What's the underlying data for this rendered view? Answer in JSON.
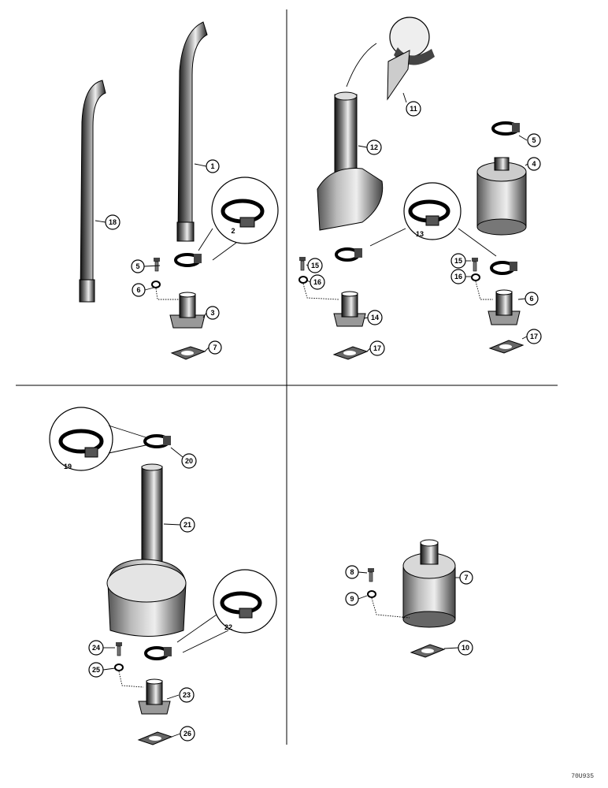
{
  "callouts": [
    "1",
    "2",
    "3",
    "4",
    "5",
    "6",
    "7",
    "8",
    "9",
    "10",
    "11",
    "12",
    "13",
    "14",
    "15",
    "16",
    "17",
    "18",
    "19",
    "20",
    "21",
    "22",
    "23",
    "24",
    "25",
    "26"
  ],
  "doc_code": "70U935"
}
